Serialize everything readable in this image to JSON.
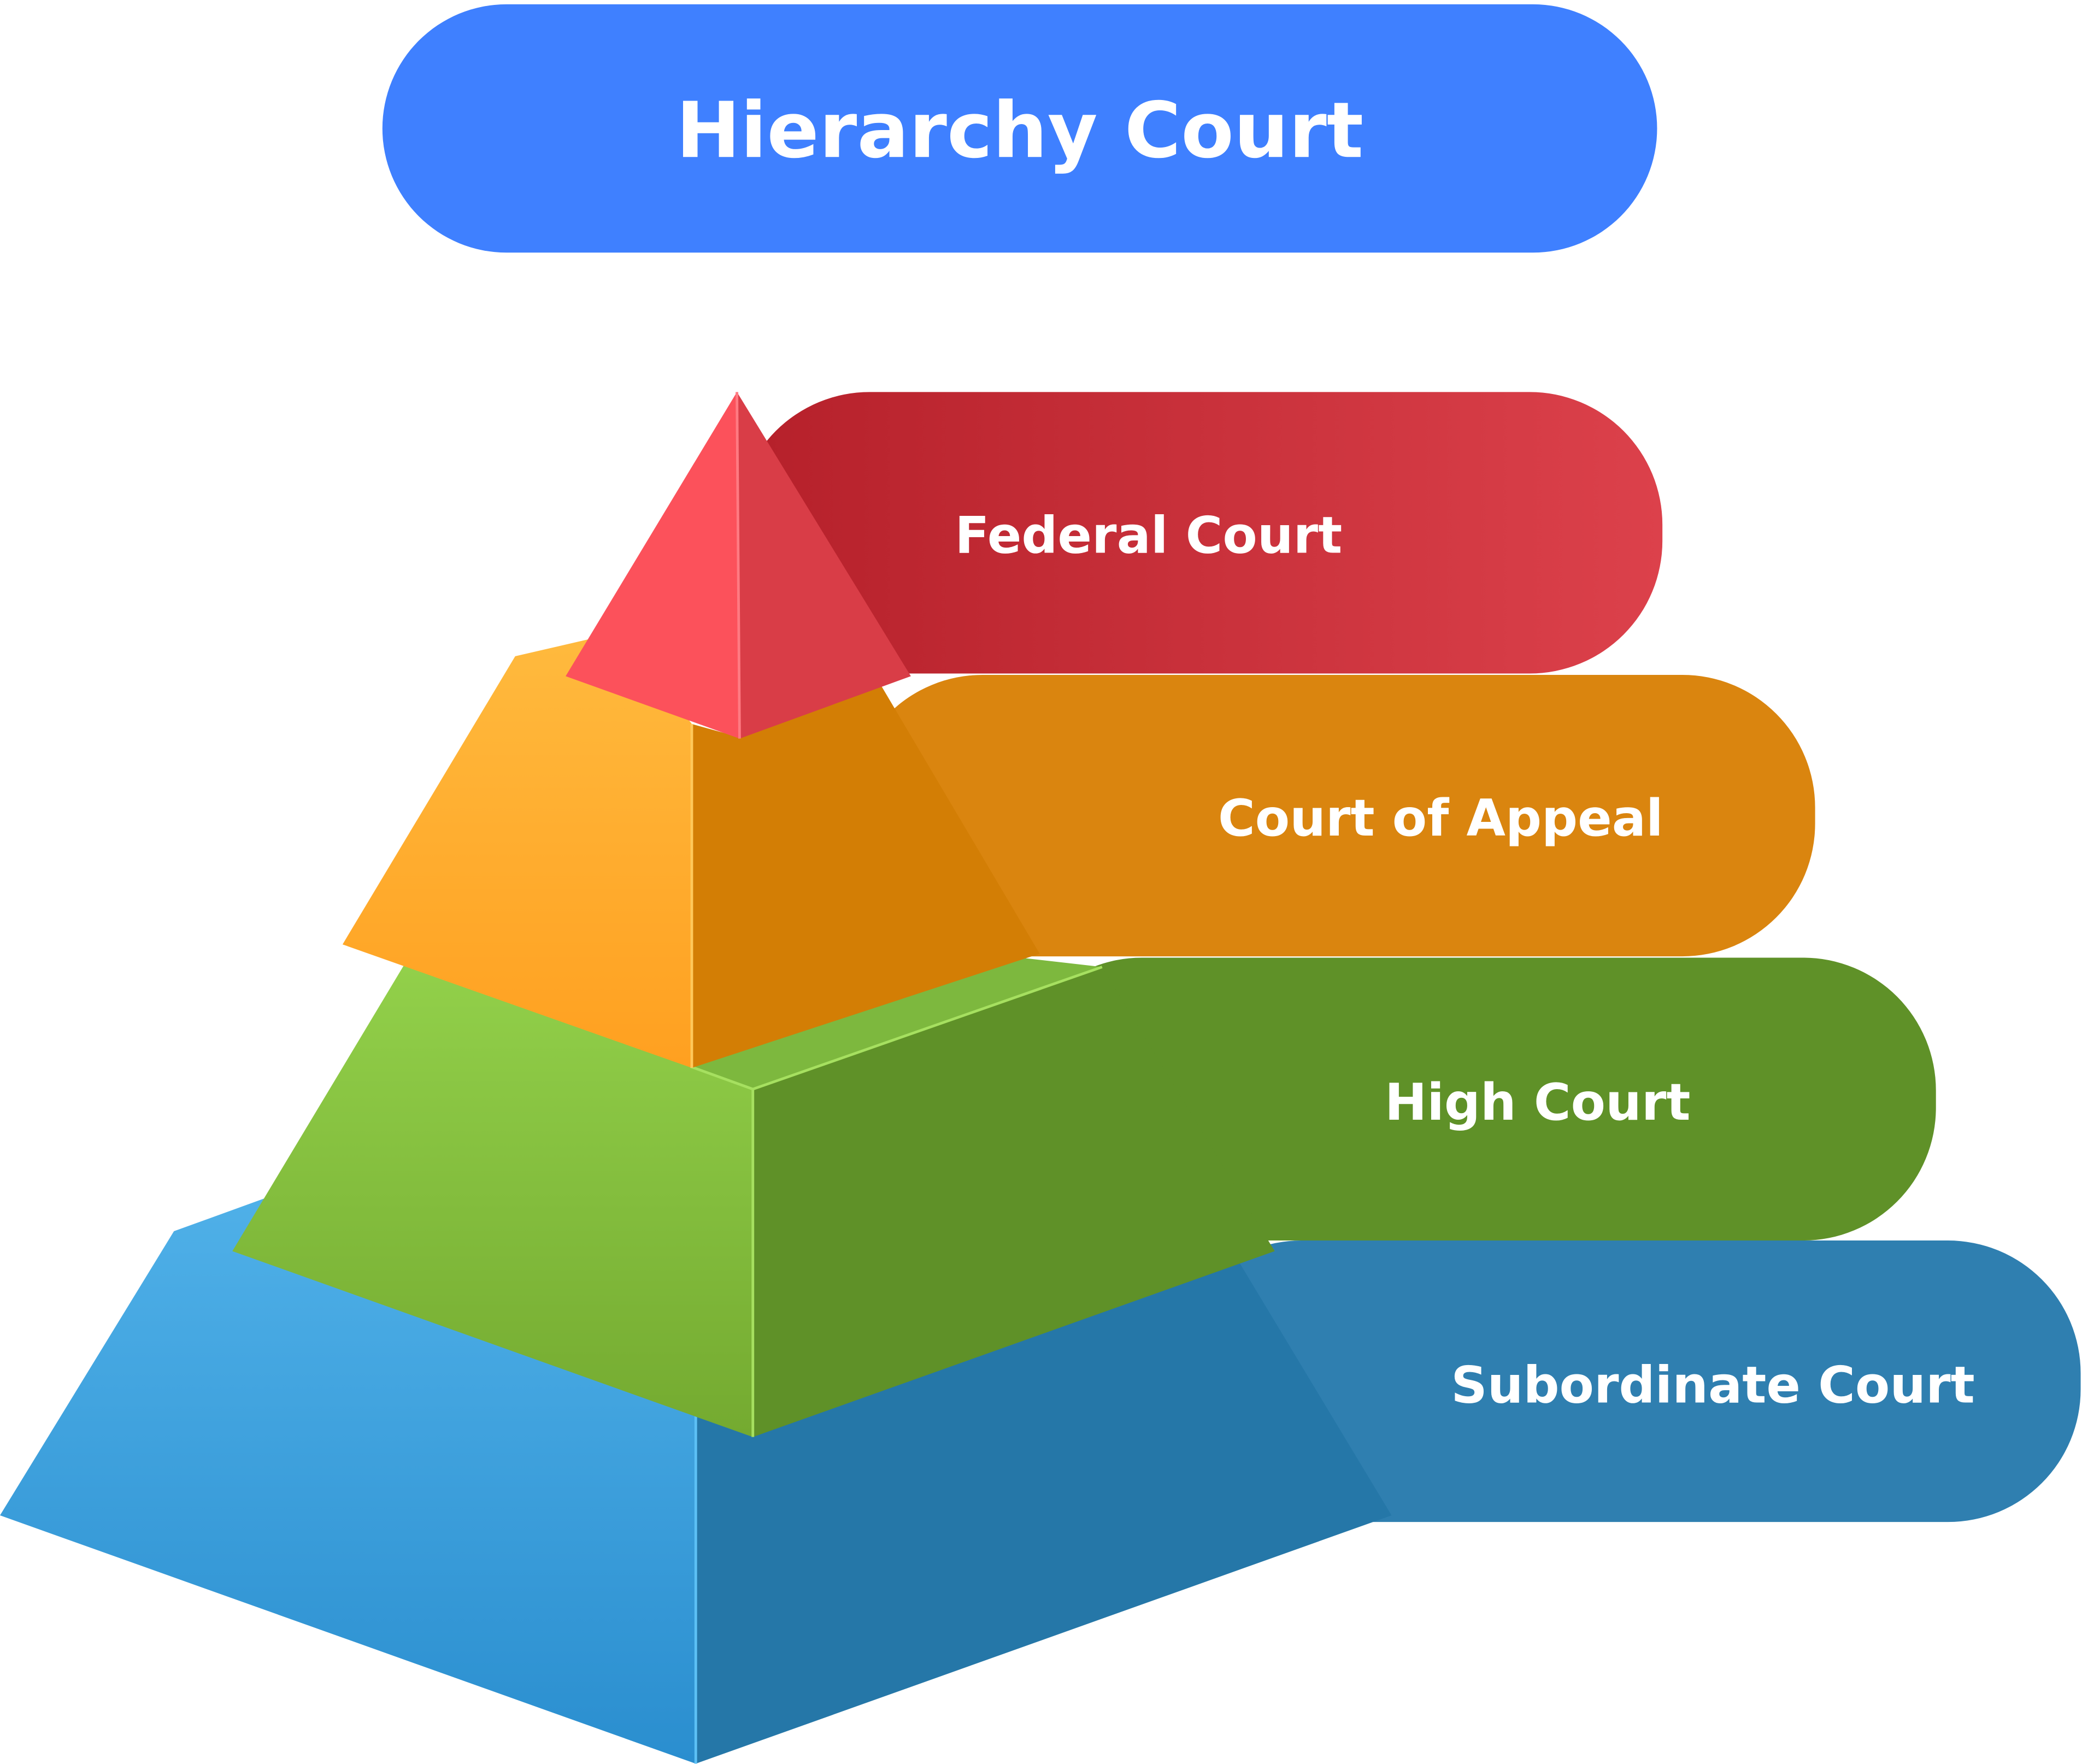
{
  "title": "Hierarchy Court",
  "levels": [
    {
      "label": "Federal Court",
      "color": "#C62A33"
    },
    {
      "label": "Court of Appeal",
      "color": "#DA850F"
    },
    {
      "label": "High Court",
      "color": "#5F9128"
    },
    {
      "label": "Subordinate Court",
      "color": "#2F7FB0"
    }
  ],
  "colors": {
    "title": "#3F80FF"
  }
}
